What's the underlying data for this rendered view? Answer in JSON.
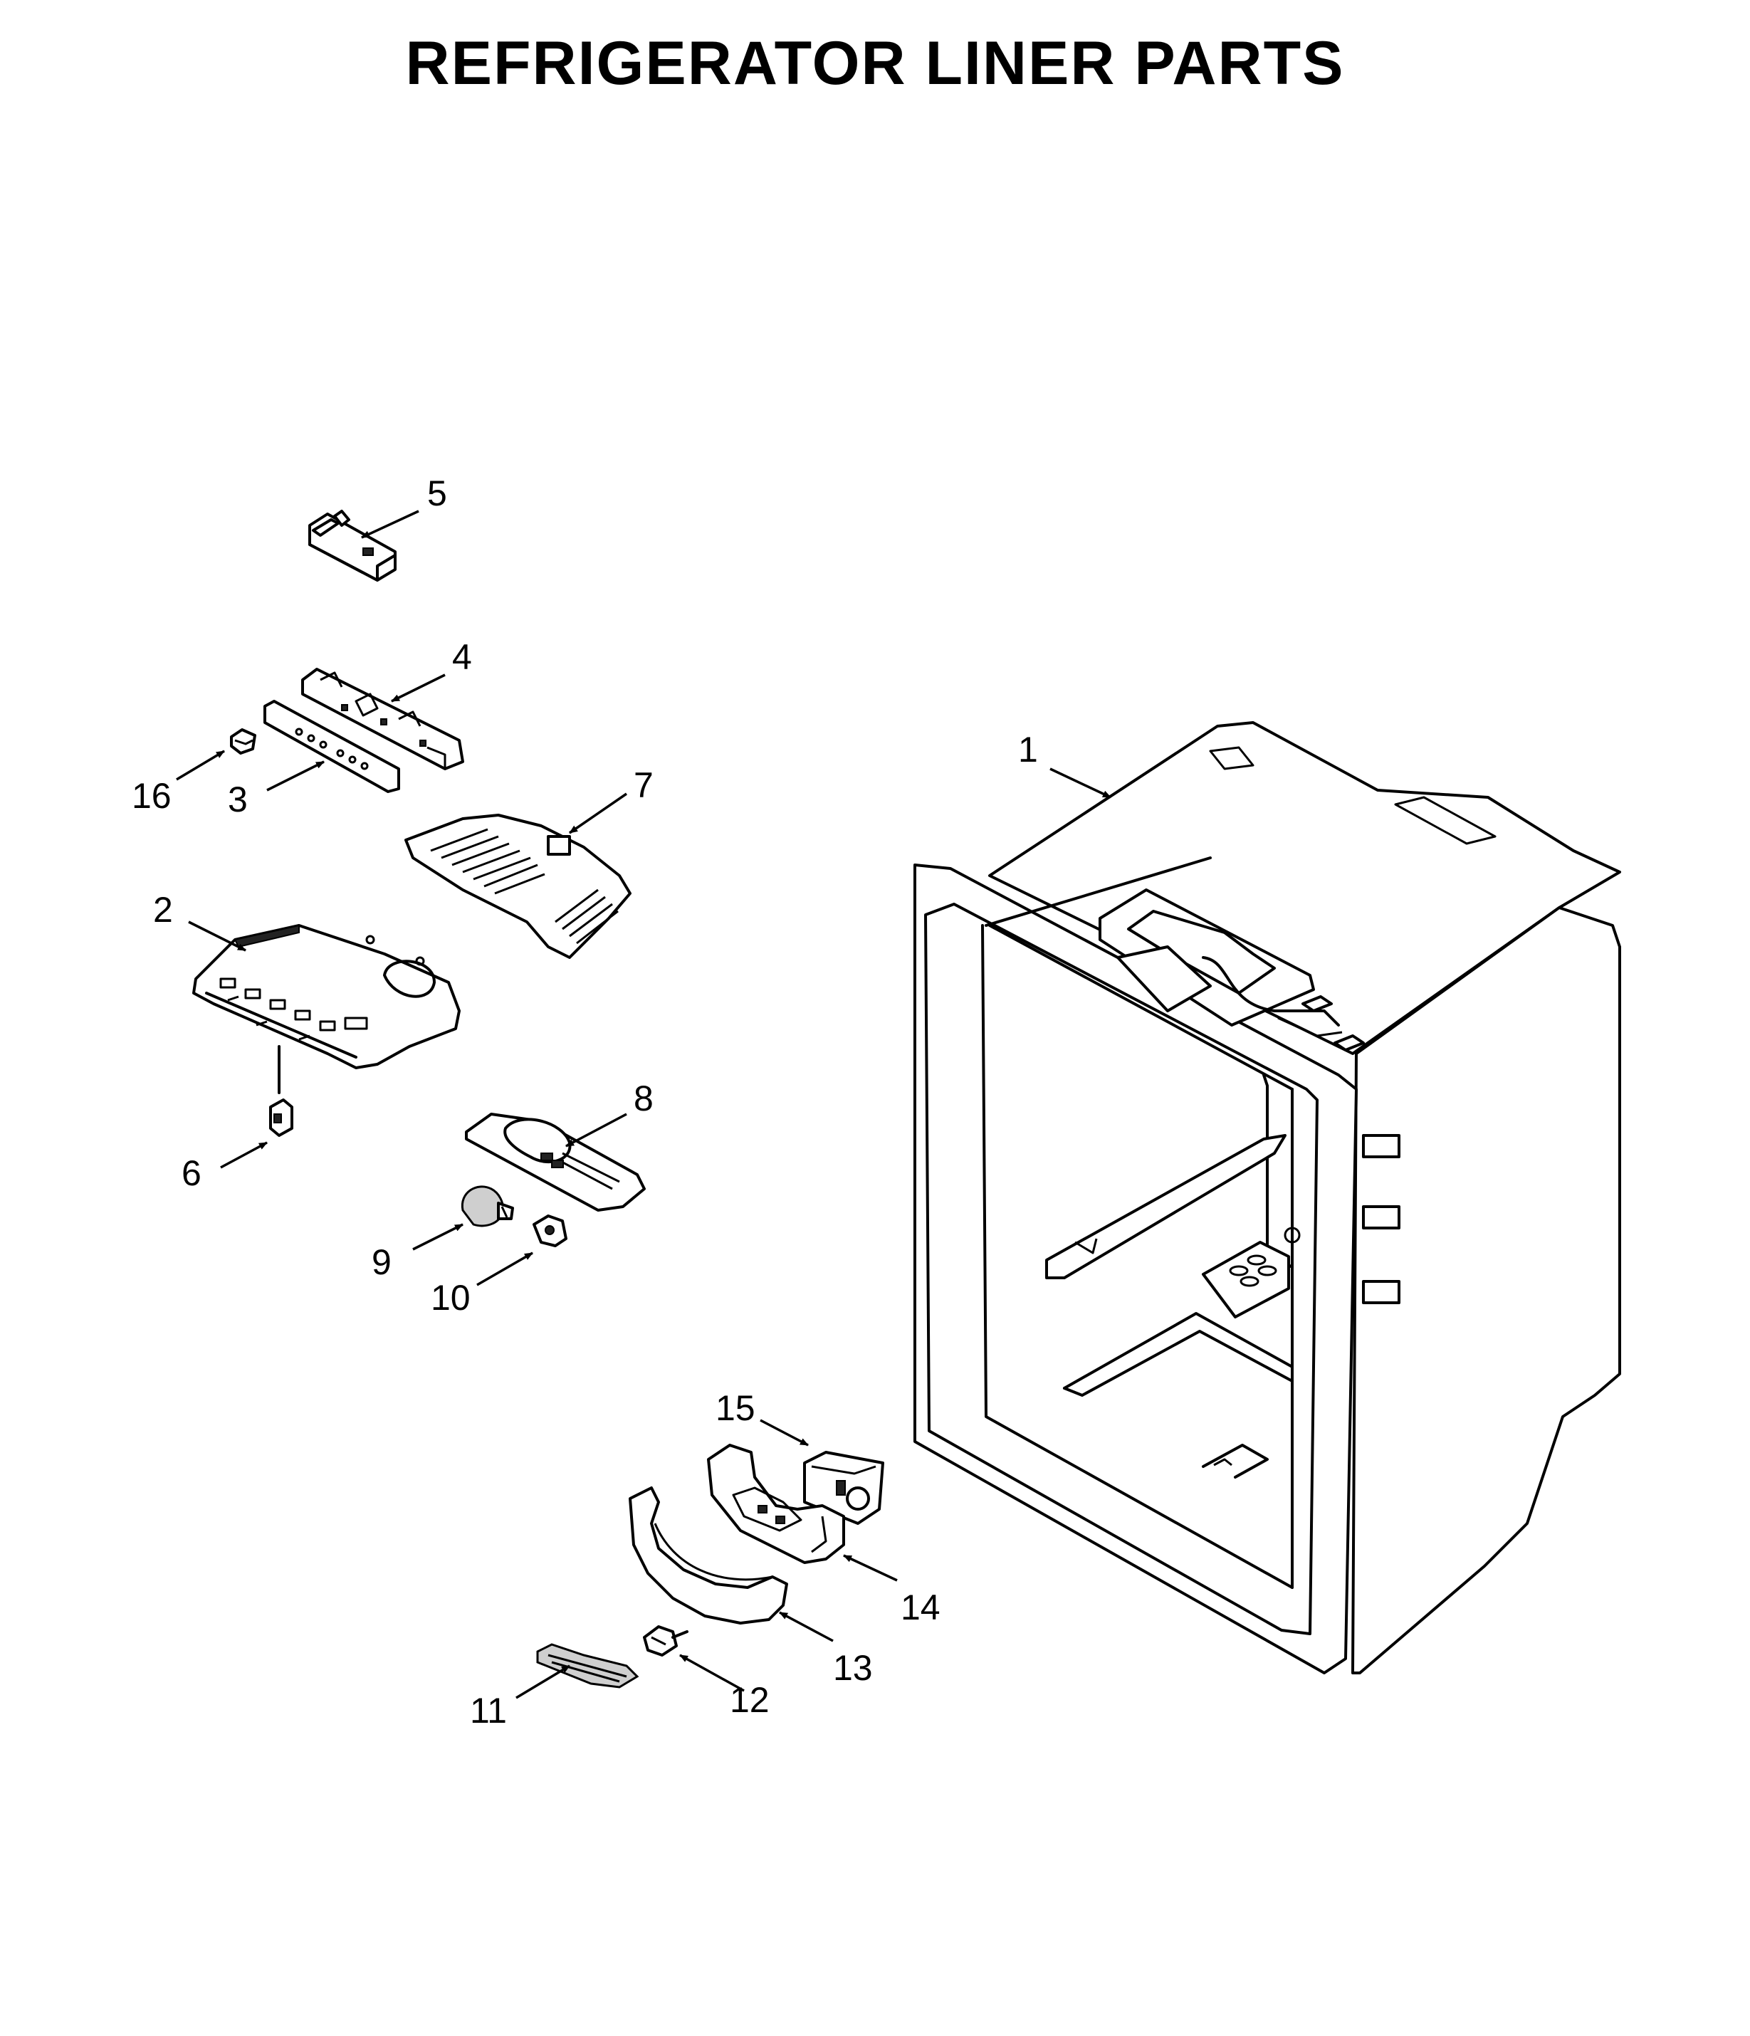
{
  "title": "REFRIGERATOR LINER PARTS",
  "parts": [
    {
      "id": "1",
      "label": "1",
      "icon": "refrigerator-liner-icon"
    },
    {
      "id": "2",
      "label": "2",
      "icon": "control-housing-icon"
    },
    {
      "id": "3",
      "label": "3",
      "icon": "control-overlay-icon"
    },
    {
      "id": "4",
      "label": "4",
      "icon": "control-bracket-icon"
    },
    {
      "id": "5",
      "label": "5",
      "icon": "switch-cover-icon"
    },
    {
      "id": "6",
      "label": "6",
      "icon": "switch-icon"
    },
    {
      "id": "7",
      "label": "7",
      "icon": "air-diffuser-icon"
    },
    {
      "id": "8",
      "label": "8",
      "icon": "light-housing-icon"
    },
    {
      "id": "9",
      "label": "9",
      "icon": "light-bulb-icon"
    },
    {
      "id": "10",
      "label": "10",
      "icon": "bulb-socket-icon"
    },
    {
      "id": "11",
      "label": "11",
      "icon": "lens-icon"
    },
    {
      "id": "12",
      "label": "12",
      "icon": "screw-icon"
    },
    {
      "id": "13",
      "label": "13",
      "icon": "cover-icon"
    },
    {
      "id": "14",
      "label": "14",
      "icon": "light-assembly-icon"
    },
    {
      "id": "15",
      "label": "15",
      "icon": "light-module-icon"
    },
    {
      "id": "16",
      "label": "16",
      "icon": "fastener-icon"
    }
  ]
}
